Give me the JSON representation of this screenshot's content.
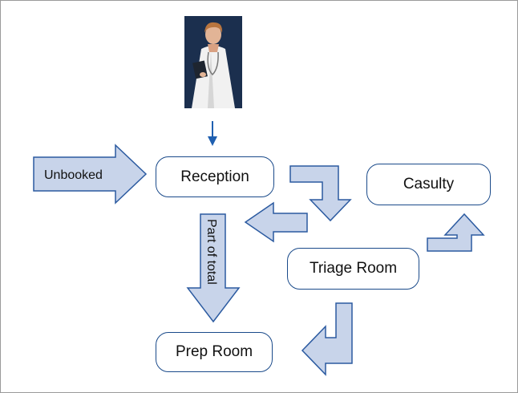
{
  "nodes": {
    "reception": "Reception",
    "casulty": "Casulty",
    "triage_room": "Triage Room",
    "prep_room": "Prep Room"
  },
  "arrows": {
    "unbooked": "Unbooked",
    "part_of_total": "Part of total"
  },
  "colors": {
    "arrow_fill": "#c8d4ea",
    "arrow_stroke": "#2b5aa0",
    "node_border": "#1a4a8a",
    "small_arrow": "#1f5fb0"
  },
  "icons": {
    "doctor": "doctor-photo"
  }
}
